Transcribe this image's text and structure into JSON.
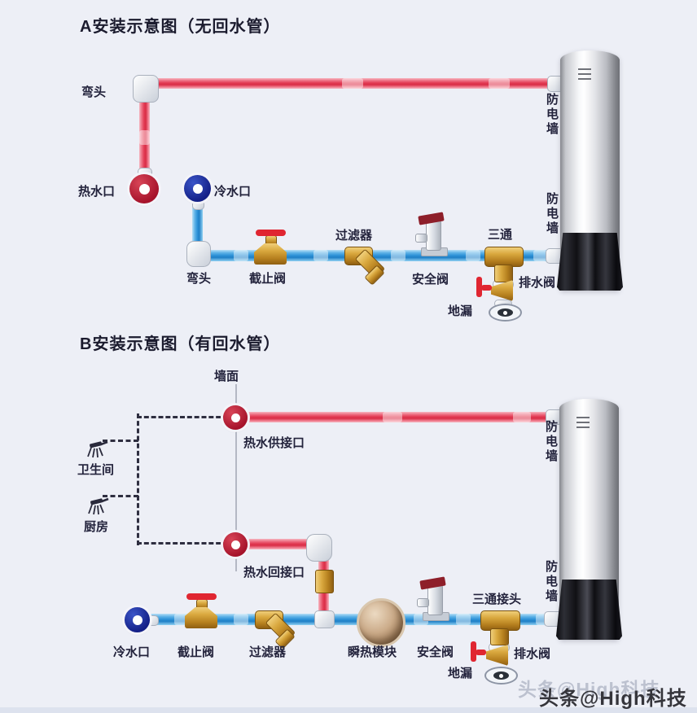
{
  "diagram_a": {
    "title": "A安装示意图（无回水管）",
    "labels": {
      "elbow_top": "弯头",
      "hot_port": "热水口",
      "cold_port": "冷水口",
      "elbow_bottom": "弯头",
      "stop_valve": "截止阀",
      "filter": "过滤器",
      "safety_valve": "安全阀",
      "tee": "三通",
      "drain_valve": "排水阀",
      "floor_drain": "地漏",
      "anti_electric_wall_top": "防电墙",
      "anti_electric_wall_bottom": "防电墙"
    }
  },
  "diagram_b": {
    "title": "B安装示意图（有回水管）",
    "labels": {
      "wall": "墙面",
      "bathroom": "卫生间",
      "kitchen": "厨房",
      "hot_supply_port": "热水供接口",
      "hot_return_port": "热水回接口",
      "cold_port": "冷水口",
      "stop_valve": "截止阀",
      "filter": "过滤器",
      "heating_module": "瞬热模块",
      "safety_valve": "安全阀",
      "tee_joint": "三通接头",
      "drain_valve": "排水阀",
      "floor_drain": "地漏",
      "anti_electric_wall_top": "防电墙",
      "anti_electric_wall_bottom": "防电墙"
    }
  },
  "watermark": {
    "text": "头条@High科技"
  },
  "colors": {
    "hot_pipe": "#e23a53",
    "cold_pipe": "#2f93d8",
    "brass_fitting": "#c08c28",
    "valve_handle_red": "#e02631",
    "tank_body_silver": "#c6c8cd",
    "tank_base_black": "#17171c",
    "background": "#edeff6",
    "label_text": "#23233c"
  }
}
